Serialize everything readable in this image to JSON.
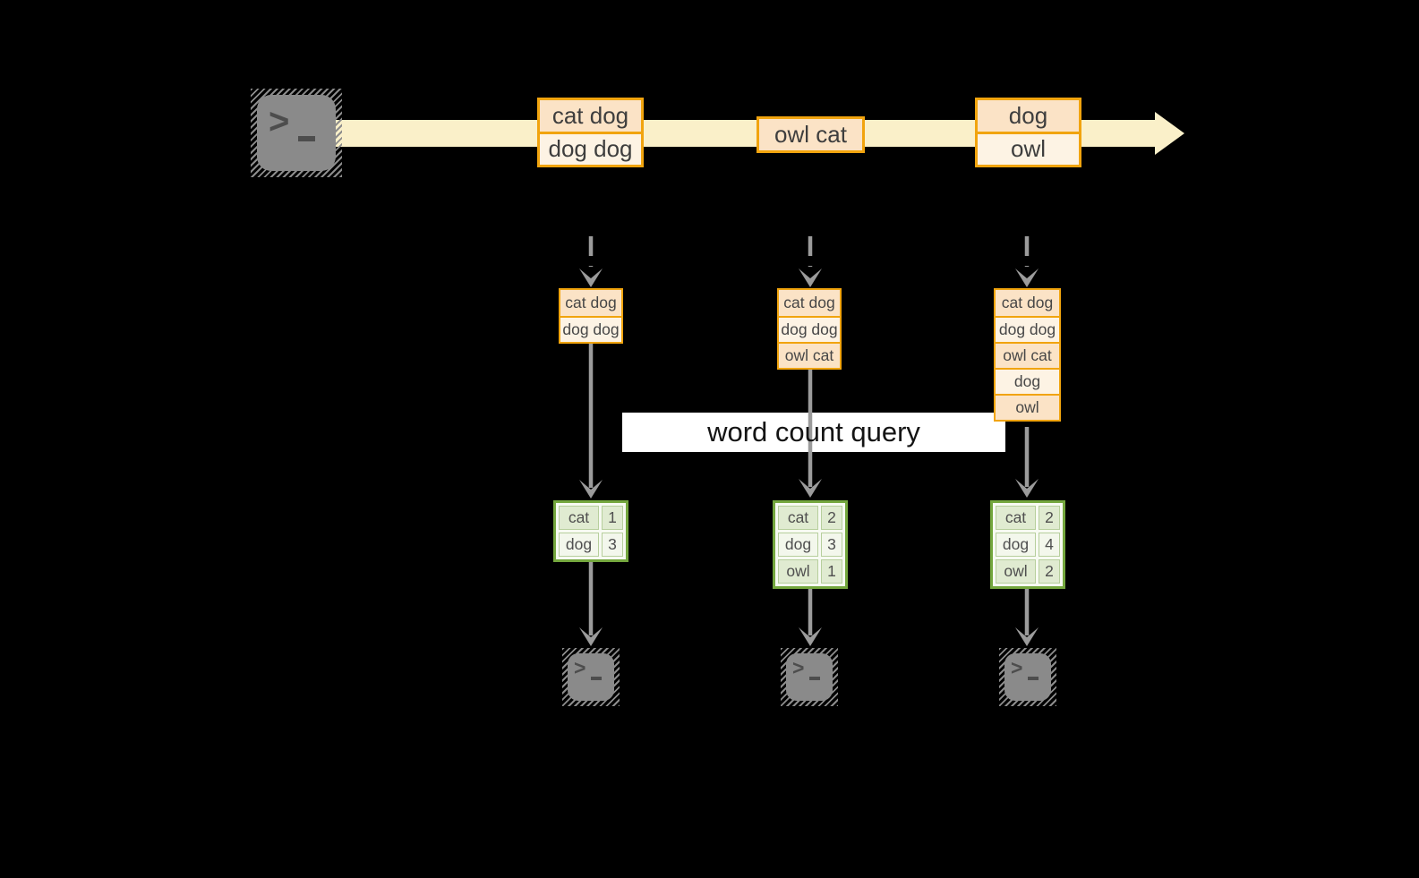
{
  "query_label": "word count query",
  "icons": {
    "source": "terminal-icon",
    "sinks": [
      "terminal-icon",
      "terminal-icon",
      "terminal-icon"
    ]
  },
  "stream": {
    "messages": [
      {
        "lines": [
          "cat dog",
          "dog dog"
        ]
      },
      {
        "lines": [
          "owl cat"
        ]
      },
      {
        "lines": [
          "dog",
          "owl"
        ]
      }
    ]
  },
  "states": [
    {
      "lines": [
        "cat dog",
        "dog dog"
      ]
    },
    {
      "lines": [
        "cat dog",
        "dog dog",
        "owl cat"
      ]
    },
    {
      "lines": [
        "cat dog",
        "dog dog",
        "owl cat",
        "dog",
        "owl"
      ]
    }
  ],
  "counts": [
    {
      "rows": [
        {
          "word": "cat",
          "count": 1
        },
        {
          "word": "dog",
          "count": 3
        }
      ]
    },
    {
      "rows": [
        {
          "word": "cat",
          "count": 2
        },
        {
          "word": "dog",
          "count": 3
        },
        {
          "word": "owl",
          "count": 1
        }
      ]
    },
    {
      "rows": [
        {
          "word": "cat",
          "count": 2
        },
        {
          "word": "dog",
          "count": 4
        },
        {
          "word": "owl",
          "count": 2
        }
      ]
    }
  ],
  "colors": {
    "background": "#000000",
    "stream_band": "#faf0c9",
    "amber_border": "#f1a40e",
    "peach_fill": "#fbe3c6",
    "cream_fill": "#fdf3e4",
    "green_border": "#74a73e",
    "green_cell": "#e0ebd1",
    "green_cell_alt": "#f3f7ec",
    "arrow_gray": "#9b9b9b",
    "terminal_gray": "#8a8a8a",
    "query_band": "#ffffff"
  }
}
